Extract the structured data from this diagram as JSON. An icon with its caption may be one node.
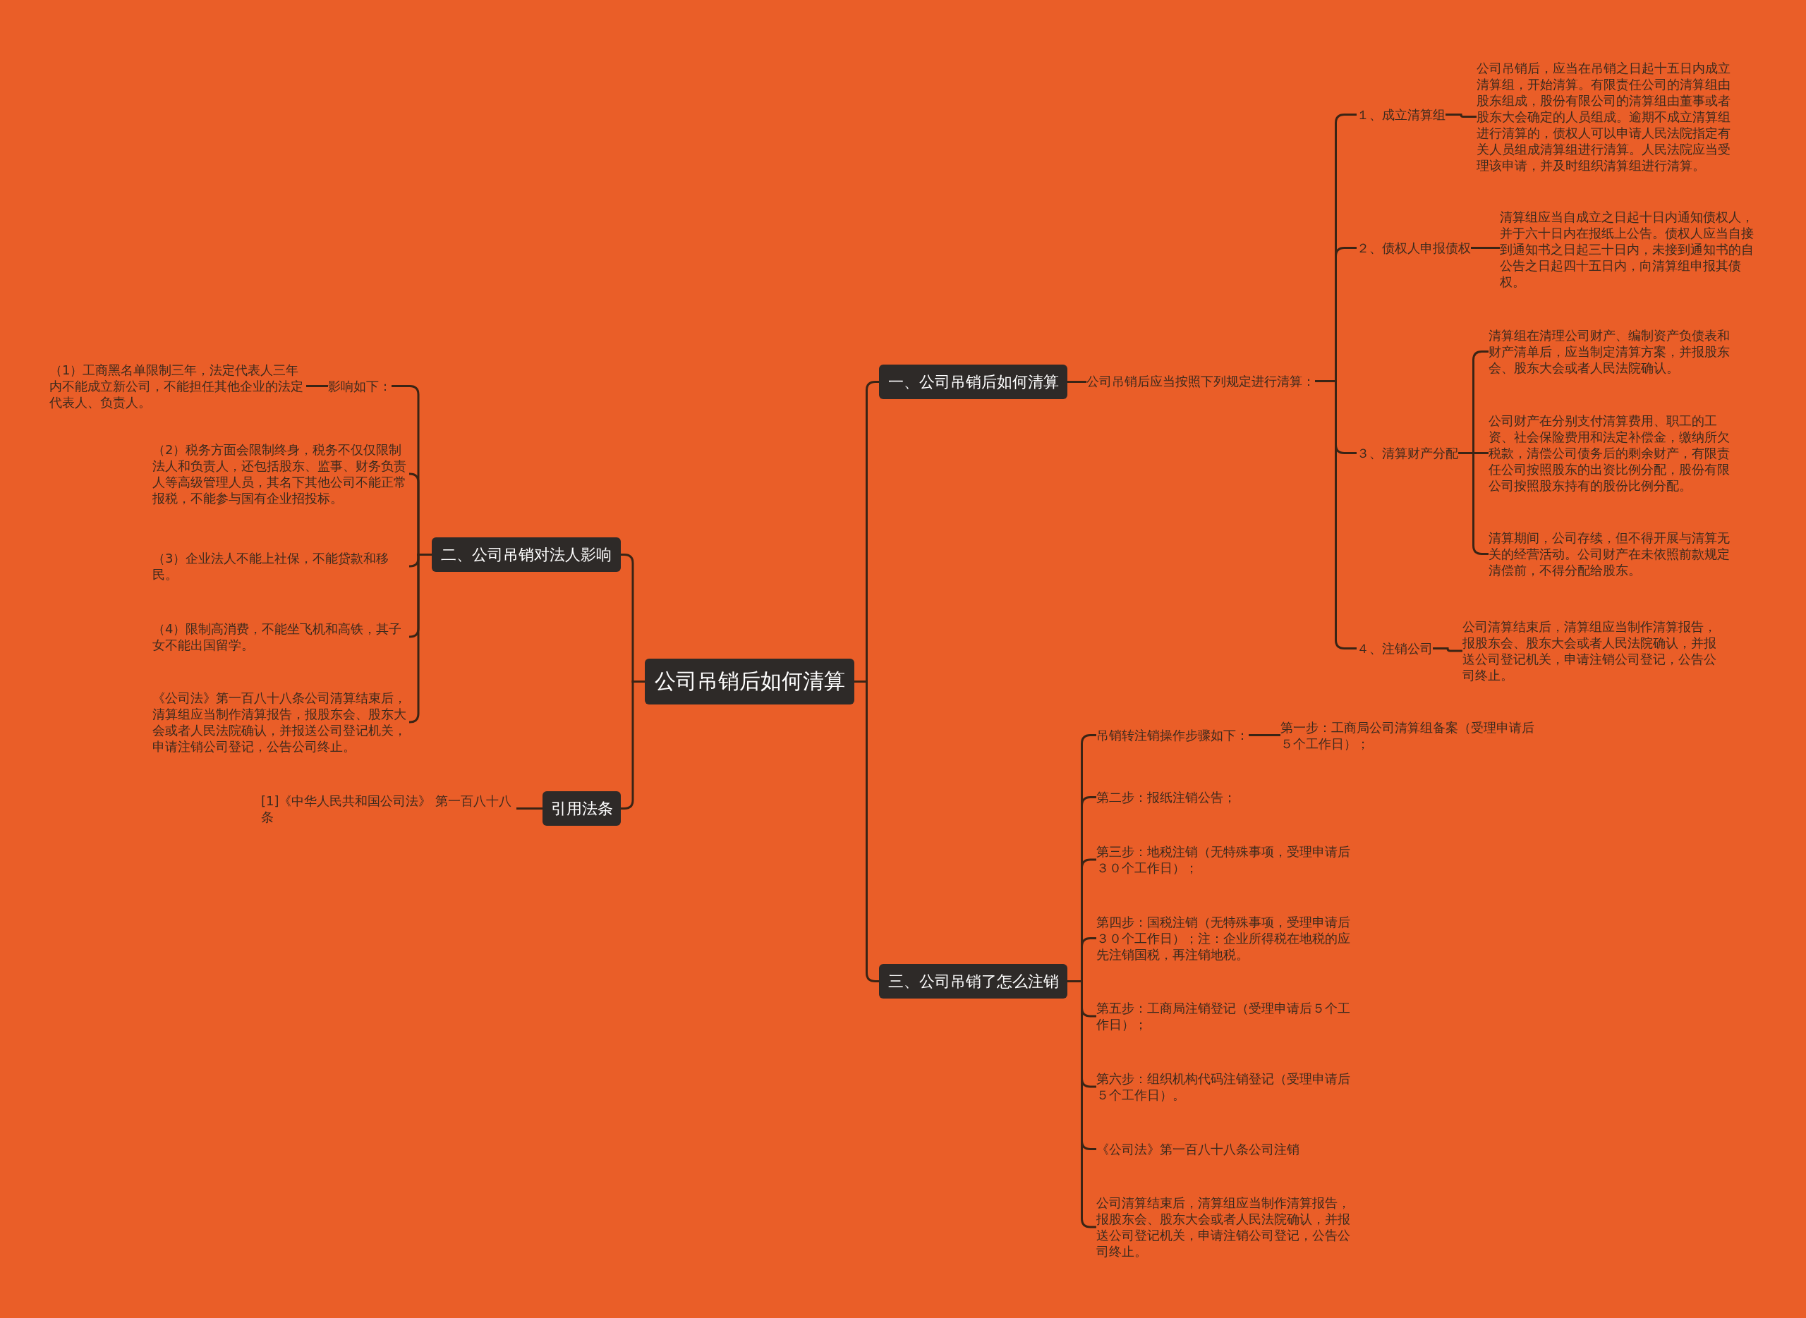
{
  "diagram": {
    "nodes": [
      {
        "text": [
          "公司吊销后如何清算"
        ]
      },
      {
        "text": [
          "一、公司吊销后如何清算"
        ]
      },
      {
        "text": [
          "公司吊销后应当按照下列规定进行清算："
        ]
      },
      {
        "text": [
          "１、成立清算组"
        ]
      },
      {
        "text": [
          "公司吊销后，应当在吊销之日起十五日内成立清算组，开始清算。有限责任公司的清算组由股东组成，股份有限公司的清算组由董事或者股东大会确定的人员组成。逾期不成立清算组进行清算的，债权人可以申请人民法院指定有关人员组成清算组进行清算。人民法院应当受理该申请，并及时组织清算组进行清算。"
        ]
      },
      {
        "text": [
          "２、债权人申报债权"
        ]
      },
      {
        "text": [
          "清算组应当自成立之日起十日内通知债权人，并于六十日内在报纸上公告。债权人应当自接到通知书之日起三十日内，未接到通知书的自公告之日起四十五日内，向清算组申报其债权。"
        ]
      },
      {
        "text": [
          "３、清算财产分配"
        ]
      },
      {
        "text": [
          "清算组在清理公司财产、编制资产负债表和财产清单后，应当制定清算方案，并报股东会、股东大会或者人民法院确认。"
        ]
      },
      {
        "text": [
          "公司财产在分别支付清算费用、职工的工资、社会保险费用和法定补偿金，缴纳所欠税款，清偿公司债务后的剩余财产，有限责任公司按照股东的出资比例分配，股份有限公司按照股东持有的股份比例分配。"
        ]
      },
      {
        "text": [
          "清算期间，公司存续，但不得开展与清算无关的经营活动。公司财产在未依照前款规定清偿前，不得分配给股东。"
        ]
      },
      {
        "text": [
          "４、注销公司"
        ]
      },
      {
        "text": [
          "公司清算结束后，清算组应当制作清算报告，报股东会、股东大会或者人民法院确认，并报送公司登记机关，申请注销公司登记，公告公司终止。"
        ]
      },
      {
        "text": [
          "三、公司吊销了怎么注销"
        ]
      },
      {
        "text": [
          "吊销转注销操作步骤如下："
        ]
      },
      {
        "text": [
          "第一步：工商局公司清算组备案（受理申请后５个工作日）；"
        ]
      },
      {
        "text": [
          "第二步：报纸注销公告；"
        ]
      },
      {
        "text": [
          "第三步：地税注销（无特殊事项，受理申请后３０个工作日）；"
        ]
      },
      {
        "text": [
          "第四步：国税注销（无特殊事项，受理申请后３０个工作日）；注：企业所得税在地税的应先注销国税，再注销地税。"
        ]
      },
      {
        "text": [
          "第五步：工商局注销登记（受理申请后５个工作日）；"
        ]
      },
      {
        "text": [
          "第六步：组织机构代码注销登记（受理申请后５个工作日）。"
        ]
      },
      {
        "text": [
          "《公司法》第一百八十八条公司注销"
        ]
      },
      {
        "text": [
          "公司清算结束后，清算组应当制作清算报告，报股东会、股东大会或者人民法院确认，并报送公司登记机关，申请注销公司登记，公告公司终止。"
        ]
      },
      {
        "text": [
          "二、公司吊销对法人影响"
        ]
      },
      {
        "text": [
          "影响如下："
        ]
      },
      {
        "text": [
          "（1）工商黑名单限制三年，法定代表人三年内不能成立新公司，不能担任其他企业的法定代表人、负责人。"
        ]
      },
      {
        "text": [
          "（2）税务方面会限制终身，税务不仅仅限制法人和负责人，还包括股东、监事、财务负责人等高级管理人员，其名下其他公司不能正常报税，不能参与国有企业招投标。"
        ]
      },
      {
        "text": [
          "（3）企业法人不能上社保，不能贷款和移民。"
        ]
      },
      {
        "text": [
          "（4）限制高消费，不能坐飞机和高铁，其子女不能出国留学。"
        ]
      },
      {
        "text": [
          "《公司法》第一百八十八条公司清算结束后，清算组应当制作清算报告，报股东会、股东大会或者人民法院确认，并报送公司登记机关，申请注销公司登记，公告公司终止。"
        ]
      },
      {
        "text": [
          "引用法条"
        ]
      },
      {
        "text": [
          "[1]《中华人民共和国公司法》 第一百八十八条"
        ]
      }
    ],
    "edges": [
      {
        "from": 0,
        "to": 1,
        "arrow": "none"
      },
      {
        "from": 1,
        "to": 2,
        "arrow": "none"
      },
      {
        "from": 2,
        "to": 3,
        "arrow": "none"
      },
      {
        "from": 3,
        "to": 4,
        "arrow": "none"
      },
      {
        "from": 2,
        "to": 5,
        "arrow": "none"
      },
      {
        "from": 5,
        "to": 6,
        "arrow": "none"
      },
      {
        "from": 2,
        "to": 7,
        "arrow": "none"
      },
      {
        "from": 7,
        "to": 8,
        "arrow": "none"
      },
      {
        "from": 7,
        "to": 9,
        "arrow": "none"
      },
      {
        "from": 7,
        "to": 10,
        "arrow": "none"
      },
      {
        "from": 2,
        "to": 11,
        "arrow": "none"
      },
      {
        "from": 11,
        "to": 12,
        "arrow": "none"
      },
      {
        "from": 0,
        "to": 13,
        "arrow": "none"
      },
      {
        "from": 13,
        "to": 14,
        "arrow": "none"
      },
      {
        "from": 14,
        "to": 15,
        "arrow": "none"
      },
      {
        "from": 13,
        "to": 16,
        "arrow": "none"
      },
      {
        "from": 13,
        "to": 17,
        "arrow": "none"
      },
      {
        "from": 13,
        "to": 18,
        "arrow": "none"
      },
      {
        "from": 13,
        "to": 19,
        "arrow": "none"
      },
      {
        "from": 13,
        "to": 20,
        "arrow": "none"
      },
      {
        "from": 13,
        "to": 21,
        "arrow": "none"
      },
      {
        "from": 13,
        "to": 22,
        "arrow": "none"
      },
      {
        "from": 0,
        "to": 23,
        "arrow": "none"
      },
      {
        "from": 23,
        "to": 24,
        "arrow": "none"
      },
      {
        "from": 24,
        "to": 25,
        "arrow": "none"
      },
      {
        "from": 23,
        "to": 26,
        "arrow": "none"
      },
      {
        "from": 23,
        "to": 27,
        "arrow": "none"
      },
      {
        "from": 23,
        "to": 28,
        "arrow": "none"
      },
      {
        "from": 23,
        "to": 29,
        "arrow": "none"
      },
      {
        "from": 0,
        "to": 30,
        "arrow": "none"
      },
      {
        "from": 30,
        "to": 31,
        "arrow": "none"
      }
    ]
  }
}
